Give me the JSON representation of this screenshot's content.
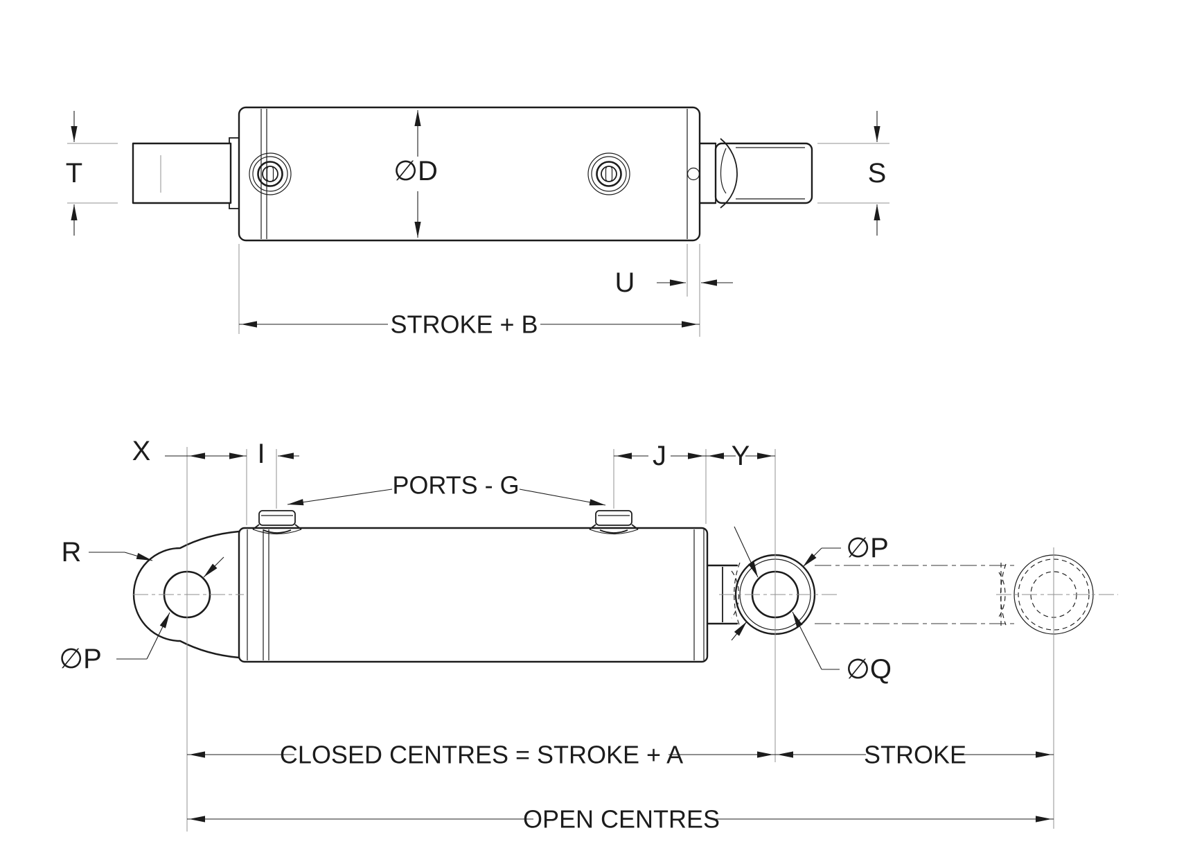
{
  "drawing": {
    "type": "engineering-dimensional-drawing",
    "subject": "double-acting hydraulic cylinder, side view and plan view with dimension letters",
    "colors": {
      "line": "#1c1c1c",
      "extension": "#909090",
      "background": "#ffffff"
    },
    "top_view": {
      "labels": {
        "t": "T",
        "d": "∅D",
        "s": "S",
        "u": "U",
        "stroke_b": "STROKE + B"
      }
    },
    "bottom_view": {
      "labels": {
        "x": "X",
        "i": "I",
        "ports": "PORTS - G",
        "j": "J",
        "y": "Y",
        "r": "R",
        "p_left": "∅P",
        "p_right": "∅P",
        "q": "∅Q",
        "closed": "CLOSED CENTRES = STROKE + A",
        "stroke": "STROKE",
        "open": "OPEN CENTRES"
      }
    }
  }
}
